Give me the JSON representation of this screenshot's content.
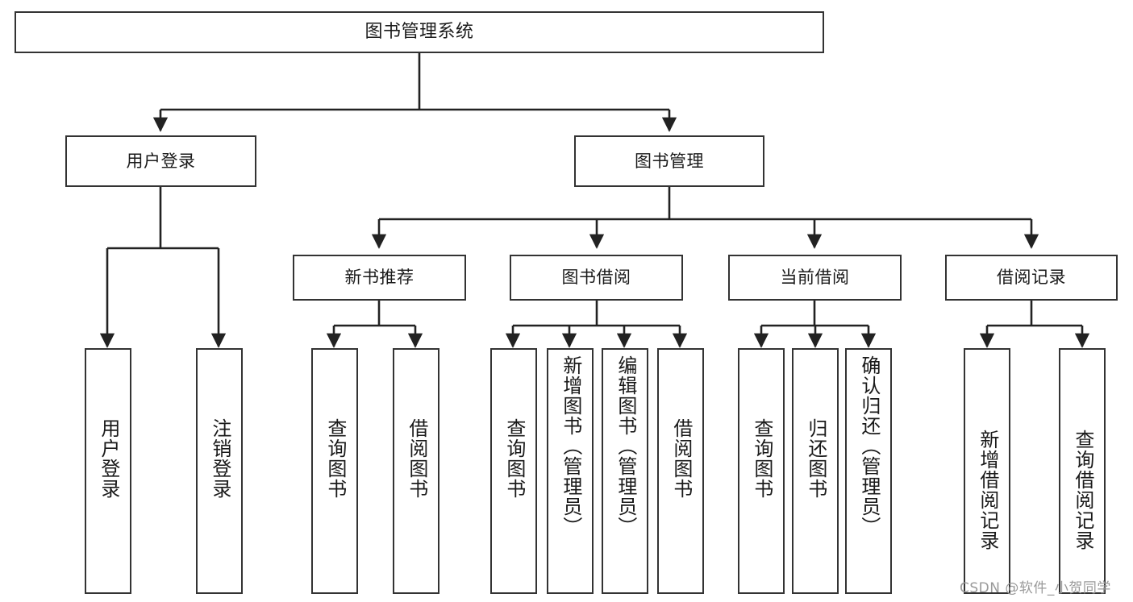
{
  "diagram": {
    "title": "图书管理系统",
    "type": "tree-hierarchy-diagram",
    "colors": {
      "box_border": "#333333",
      "box_fill": "#ffffff",
      "connector": "#222222",
      "text": "#1a1a1a",
      "watermark": "#9a9a9a"
    },
    "root": {
      "label": "图书管理系统"
    },
    "level2": [
      {
        "label": "用户登录"
      },
      {
        "label": "图书管理"
      }
    ],
    "level3": [
      {
        "label": "新书推荐"
      },
      {
        "label": "图书借阅"
      },
      {
        "label": "当前借阅"
      },
      {
        "label": "借阅记录"
      }
    ],
    "leaves": {
      "user_login": [
        {
          "label": "用户登录"
        },
        {
          "label": "注销登录"
        }
      ],
      "new_book_recommend": [
        {
          "label": "查询图书"
        },
        {
          "label": "借阅图书"
        }
      ],
      "book_borrow": [
        {
          "label": "查询图书"
        },
        {
          "label": "新增图书（管理员）"
        },
        {
          "label": "编辑图书（管理员）"
        },
        {
          "label": "借阅图书"
        }
      ],
      "current_borrow": [
        {
          "label": "查询图书"
        },
        {
          "label": "归还图书"
        },
        {
          "label": "确认归还（管理员）"
        }
      ],
      "borrow_record": [
        {
          "label": "新增借阅记录"
        },
        {
          "label": "查询借阅记录"
        }
      ]
    },
    "watermark": "CSDN @软件_小贺同学"
  }
}
